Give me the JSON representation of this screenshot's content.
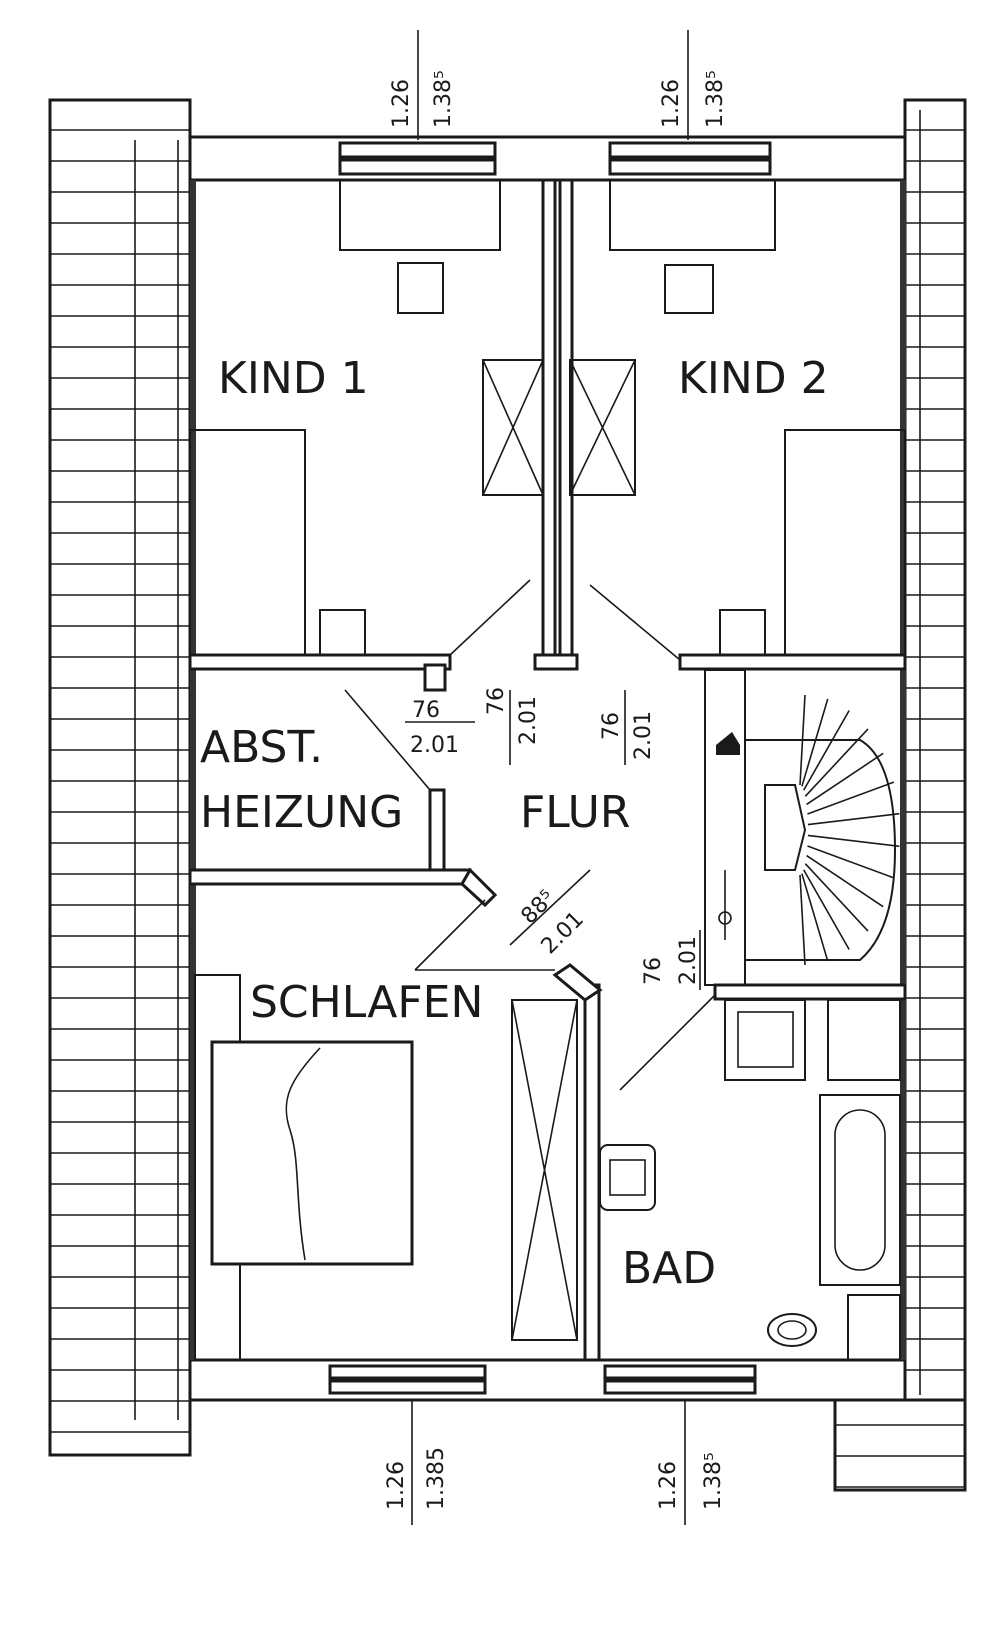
{
  "rooms": {
    "kind1": "KIND 1",
    "kind2": "KIND 2",
    "abst1": "ABST.",
    "abst2": "HEIZUNG",
    "flur": "FLUR",
    "schlafen": "SCHLAFEN",
    "bad": "BAD"
  },
  "windows": {
    "top_left": {
      "width": "1.26",
      "height": "1.38⁵"
    },
    "top_right": {
      "width": "1.26",
      "height": "1.38⁵"
    },
    "bottom_left": {
      "width": "1.26",
      "height": "1.385"
    },
    "bottom_right": {
      "width": "1.26",
      "height": "1.38⁵"
    }
  },
  "doors": {
    "abst": {
      "width": "76",
      "height": "2.01"
    },
    "kind1": {
      "width": "76",
      "height": "2.01"
    },
    "kind2": {
      "width": "76",
      "height": "2.01"
    },
    "schlafen": {
      "width": "88⁵",
      "height": "2.01"
    },
    "bad": {
      "width": "76",
      "height": "2.01"
    }
  }
}
